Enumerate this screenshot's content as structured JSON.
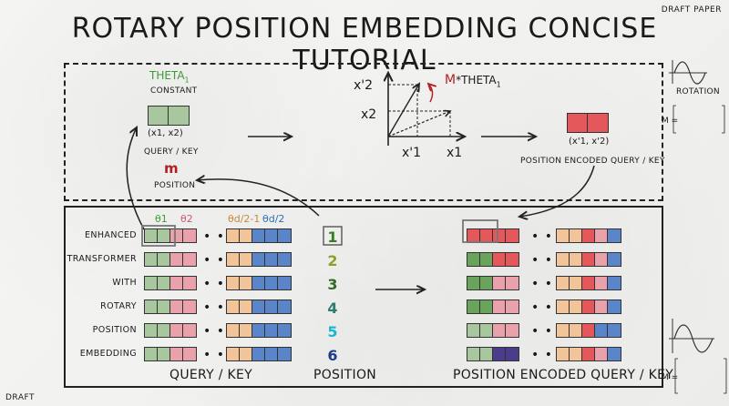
{
  "title": "ROTARY POSITION EMBEDDING CONCISE TUTORIAL",
  "corner_top_right": "DRAFT PAPER",
  "corner_bottom_left": "DRAFT",
  "top_section": {
    "theta_label": "THETA",
    "theta_sub": "1",
    "constant_label": "CONSTANT",
    "vector_coords": "(x1, x2)",
    "query_key_label": "QUERY / KEY",
    "m_label": "m",
    "position_label": "POSITION",
    "plot": {
      "x2_prime": "x'2",
      "x2": "x2",
      "x1_prime": "x'1",
      "x1": "x1",
      "rotation_label_m": "M",
      "rotation_label_rest": "*THETA",
      "rotation_sub": "1"
    },
    "output_coords": "(x'1, x'2)",
    "output_label": "POSITION ENCODED QUERY / KEY"
  },
  "side_notes": {
    "rotation_label": "ROTATION",
    "matrix_label_1": "M =",
    "matrix_label_2": "M ="
  },
  "bottom_section": {
    "theta_headers": [
      "θ1",
      "θ2",
      "θd/2-1",
      "θd/2"
    ],
    "words": [
      "ENHANCED",
      "TRANSFORMER",
      "WITH",
      "ROTARY",
      "POSITION",
      "EMBEDDING"
    ],
    "positions": [
      "1",
      "2",
      "3",
      "4",
      "5",
      "6"
    ],
    "dots": "• • •",
    "query_key_caption": "QUERY / KEY",
    "position_caption": "POSITION",
    "encoded_caption": "POSITION ENCODED QUERY / KEY"
  },
  "colors": {
    "green": "#3f9a3a",
    "red": "#b32020",
    "blue": "#2f6fb5",
    "orange": "#c9873e",
    "pink": "#c65a73",
    "num_colors": [
      "#3a7d1e",
      "#8aa12a",
      "#2f6b2a",
      "#2f7b6e",
      "#18b7d6",
      "#1e3a8a"
    ]
  }
}
